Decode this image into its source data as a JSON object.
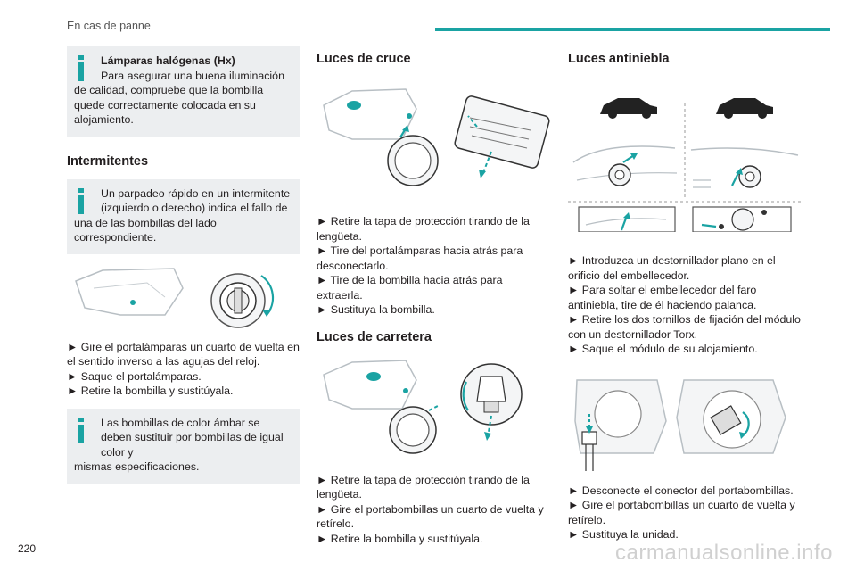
{
  "header": {
    "section": "En cas de panne"
  },
  "page_number": "220",
  "watermark": "carmanualsonline.info",
  "colors": {
    "accent": "#1aa3a3",
    "note_bg": "#eceef0"
  },
  "col1": {
    "note1": {
      "title": "Lámparas halógenas (Hx)",
      "body": "Para asegurar una buena iluminación de calidad, compruebe que la bombilla quede correctamente colocada en su alojamiento."
    },
    "heading": "Intermitentes",
    "note2": {
      "first": "Un parpadeo rápido en un intermitente (izquierdo o derecho) indica el fallo de",
      "rest": "una de las bombillas del lado correspondiente."
    },
    "steps": [
      "► Gire el portalámparas un cuarto de vuelta en el sentido inverso a las agujas del reloj.",
      "► Saque el portalámparas.",
      "► Retire la bombilla y sustitúyala."
    ],
    "note3": {
      "first": "Las bombillas de color ámbar se deben sustituir por bombillas de igual color y",
      "rest": "mismas especificaciones."
    }
  },
  "col2": {
    "heading1": "Luces de cruce",
    "steps1": [
      "► Retire la tapa de protección tirando de la lengüeta.",
      "► Tire del portalámparas hacia atrás para desconectarlo.",
      "► Tire de la bombilla hacia atrás para extraerla.",
      "► Sustituya la bombilla."
    ],
    "heading2": "Luces de carretera",
    "steps2": [
      "► Retire la tapa de protección tirando de la lengüeta.",
      "► Gire el portabombillas un cuarto de vuelta y retírelo.",
      "► Retire la bombilla y sustitúyala."
    ]
  },
  "col3": {
    "heading": "Luces antiniebla",
    "steps1": [
      "► Introduzca un destornillador plano en el orificio del embellecedor.",
      "► Para soltar el embellecedor del faro antiniebla, tire de él haciendo palanca.",
      "► Retire los dos tornillos de fijación del módulo con un destornillador Torx.",
      "► Saque el módulo de su alojamiento."
    ],
    "steps2": [
      "► Desconecte el conector del portabombillas.",
      "► Gire el portabombillas un cuarto de vuelta y retírelo.",
      "► Sustituya la unidad."
    ]
  }
}
